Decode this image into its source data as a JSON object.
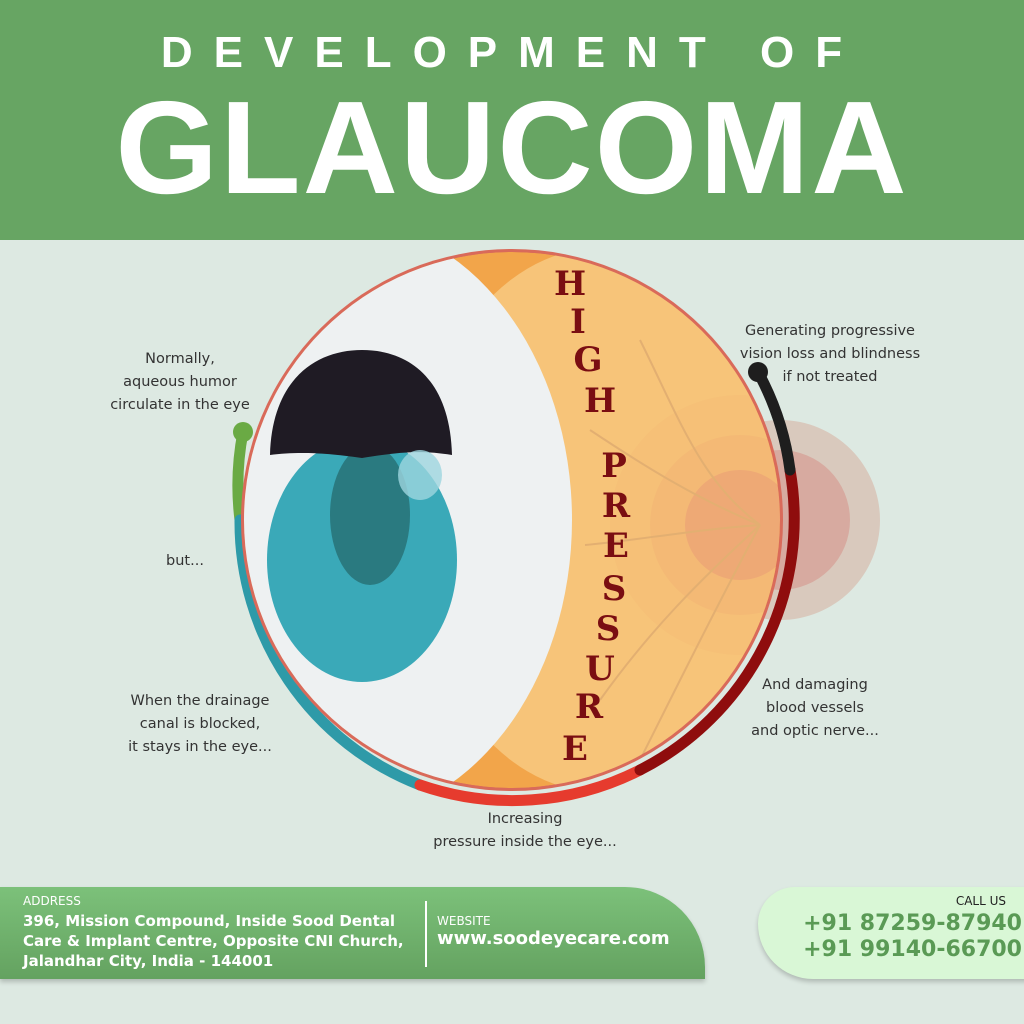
{
  "header": {
    "subtitle": "DEVELOPMENT OF",
    "title": "GLAUCOMA"
  },
  "diagram": {
    "pressure_label": [
      "H",
      "I",
      "G",
      "H",
      "P",
      "R",
      "E",
      "S",
      "S",
      "U",
      "R",
      "E"
    ],
    "pressure_text": "HIGH PRESSURE",
    "captions": {
      "normal": [
        "Normally,",
        "aqueous humor",
        "circulate in the eye"
      ],
      "but": "but...",
      "blocked": [
        "When the drainage",
        "canal is blocked,",
        "it stays in the eye..."
      ],
      "increasing": [
        "Increasing",
        "pressure inside the eye..."
      ],
      "damaging": [
        "And damaging",
        "blood vessels",
        "and optic nerve..."
      ],
      "generating": [
        "Generating progressive",
        "vision loss and blindness",
        "if not treated"
      ]
    },
    "colors": {
      "green": "#6aaa44",
      "teal": "#2e9aa8",
      "red": "#e63b2e",
      "darkred": "#8f0d0d",
      "black": "#1e1e1e",
      "retina": "#f2a54a",
      "iris": "#3aa9b8"
    }
  },
  "footer": {
    "address_label": "ADDRESS",
    "address": "396, Mission Compound, Inside Sood Dental Care & Implant Centre, Opposite CNI Church, Jalandhar City, India - 144001",
    "website_label": "WEBSITE",
    "website": "www.soodeyecare.com",
    "call_label": "CALL US",
    "phones": [
      "+91 87259-87940",
      "+91 99140-66700"
    ]
  }
}
